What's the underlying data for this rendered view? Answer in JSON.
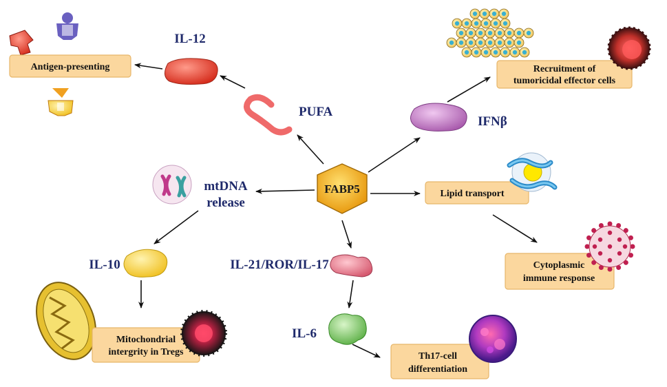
{
  "center": {
    "label": "FABP5",
    "color": "#f2b21b"
  },
  "nodes": {
    "il12": "IL-12",
    "pufa": "PUFA",
    "ifnb": "IFNβ",
    "mtdna_line1": "mtDNA",
    "mtdna_line2": "release",
    "il10": "IL-10",
    "il21": "IL-21/ROR/IL-17",
    "il6": "IL-6"
  },
  "boxes": {
    "antigen": [
      "Antigen-presenting"
    ],
    "recruitment": [
      "Recruitment of",
      "tumoricidal effector cells"
    ],
    "lipid": [
      "Lipid transport"
    ],
    "cytoplasmic": [
      "Cytoplasmic",
      "immune response"
    ],
    "mito": [
      "Mitochondrial",
      "intergrity in Tregs"
    ],
    "th17": [
      "Th17-cell",
      "differentiation"
    ]
  },
  "colors": {
    "il12": "#e8402a",
    "pufa": "#ef6a6a",
    "ifnb": "#c47bc6",
    "il10": "#f7d44a",
    "il21": "#e37a8a",
    "il6": "#7cc66a",
    "box_fill": "#fbd79e",
    "label_text": "#1f2a6b"
  }
}
